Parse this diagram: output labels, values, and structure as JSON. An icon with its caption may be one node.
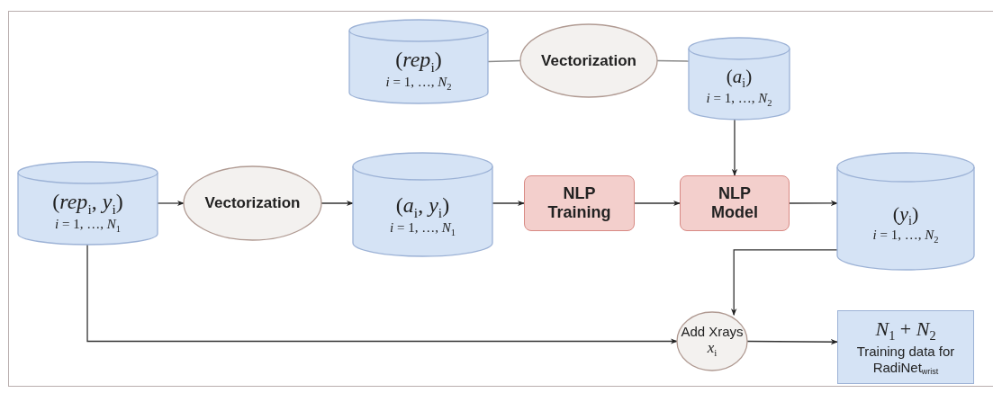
{
  "diagram": {
    "nodes": [
      {
        "text": [
          "(*rep*$_{i}$)",
          "*i* = 1, …, *N*$_{2}$"
        ]
      },
      {
        "text": [
          "Vectorization"
        ]
      },
      {
        "text": [
          "(*a*$_{i}$)",
          "*i* = 1, …, *N*$_{2}$"
        ]
      },
      {
        "text": [
          "(*rep*$_{i}$, *y*$_{i}$)",
          "*i* = 1, …, *N*$_{1}$"
        ]
      },
      {
        "text": [
          "Vectorization"
        ]
      },
      {
        "text": [
          "(*a*$_{i}$, *y*$_{i}$)",
          "*i* = 1, …, *N*$_{1}$"
        ]
      },
      {
        "text": [
          "NLP Training"
        ]
      },
      {
        "text": [
          "NLP Model"
        ]
      },
      {
        "text": [
          "(*y*$_{i}$)",
          "*i* = 1, …, *N*$_{2}$"
        ]
      },
      {
        "text": [
          "Add Xrays",
          "*x*$_{i}$"
        ]
      },
      {
        "text": [
          "*N*$_{1}$ + *N*$_{2}$",
          "Training data for RadiNet$_{wrist}$"
        ]
      }
    ],
    "edges": [
      {
        "from": 0,
        "to": 1,
        "arrow": "none"
      },
      {
        "from": 1,
        "to": 2,
        "arrow": "none"
      },
      {
        "from": 2,
        "to": 7,
        "arrow": "to"
      },
      {
        "from": 3,
        "to": 4,
        "arrow": "to"
      },
      {
        "from": 4,
        "to": 5,
        "arrow": "to"
      },
      {
        "from": 5,
        "to": 6,
        "arrow": "to"
      },
      {
        "from": 6,
        "to": 7,
        "arrow": "to"
      },
      {
        "from": 7,
        "to": 8,
        "arrow": "to"
      },
      {
        "from": 8,
        "to": 9,
        "arrow": "to"
      },
      {
        "from": 3,
        "to": 9,
        "arrow": "to"
      },
      {
        "from": 9,
        "to": 10,
        "arrow": "to"
      }
    ]
  }
}
